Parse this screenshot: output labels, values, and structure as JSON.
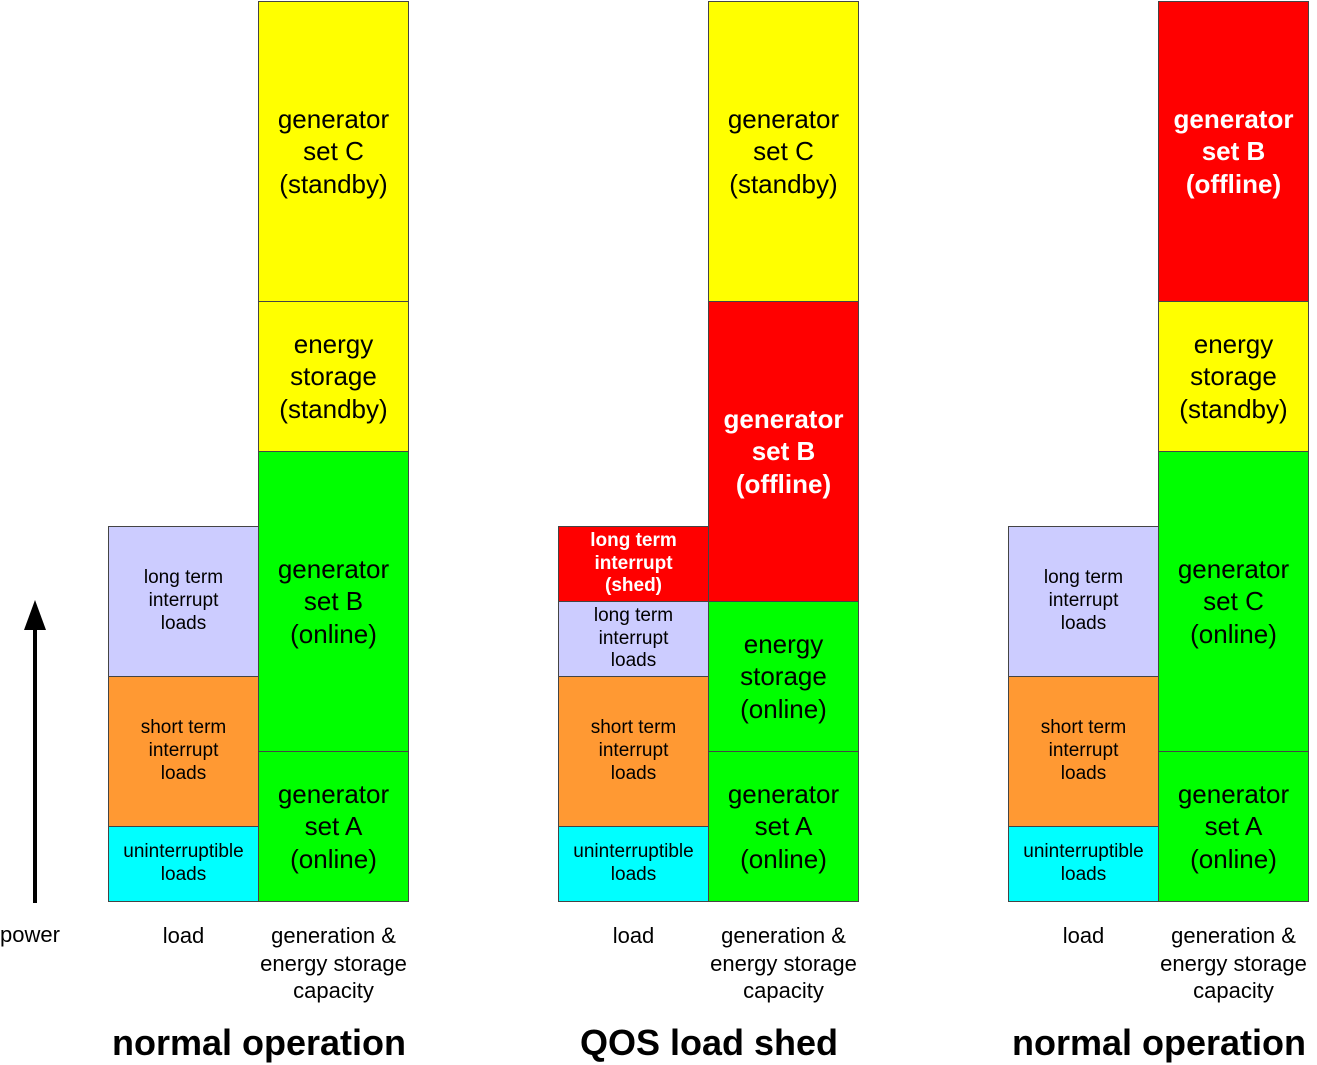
{
  "power_label": "power",
  "colors": {
    "uninterruptible": "#00ffff",
    "short_term": "#ff9933",
    "long_term": "#ccccff",
    "shed": "#ff0000",
    "online": "#00ff00",
    "standby": "#ffff00",
    "offline": "#ff0000"
  },
  "panels": [
    {
      "title": "normal operation",
      "load_label": "load",
      "gen_label": "generation &\nenergy storage\ncapacity",
      "load_blocks": [
        {
          "label": "uninterruptible\nloads",
          "kind": "uninterruptible",
          "units": 1
        },
        {
          "label": "short term\ninterrupt\nloads",
          "kind": "short_term",
          "units": 2
        },
        {
          "label": "long term\ninterrupt\nloads",
          "kind": "long_term",
          "units": 2
        }
      ],
      "gen_blocks": [
        {
          "label": "generator\nset A\n(online)",
          "kind": "online",
          "units": 2
        },
        {
          "label": "generator\nset B\n(online)",
          "kind": "online",
          "units": 4
        },
        {
          "label": "energy\nstorage\n(standby)",
          "kind": "standby",
          "units": 2
        },
        {
          "label": "generator\nset C\n(standby)",
          "kind": "standby",
          "units": 4
        }
      ]
    },
    {
      "title": "QOS load shed",
      "load_label": "load",
      "gen_label": "generation &\nenergy storage\ncapacity",
      "load_blocks": [
        {
          "label": "uninterruptible\nloads",
          "kind": "uninterruptible",
          "units": 1
        },
        {
          "label": "short term\ninterrupt\nloads",
          "kind": "short_term",
          "units": 2
        },
        {
          "label": "long term\ninterrupt\nloads",
          "kind": "long_term",
          "units": 1
        },
        {
          "label": "long term\ninterrupt\n(shed)",
          "kind": "shed",
          "units": 1
        }
      ],
      "gen_blocks": [
        {
          "label": "generator\nset A\n(online)",
          "kind": "online",
          "units": 2
        },
        {
          "label": "energy\nstorage\n(online)",
          "kind": "online",
          "units": 2
        },
        {
          "label": "generator\nset B\n(offline)",
          "kind": "offline",
          "units": 4
        },
        {
          "label": "generator\nset C\n(standby)",
          "kind": "standby",
          "units": 4
        }
      ]
    },
    {
      "title": "normal operation",
      "load_label": "load",
      "gen_label": "generation &\nenergy storage\ncapacity",
      "load_blocks": [
        {
          "label": "uninterruptible\nloads",
          "kind": "uninterruptible",
          "units": 1
        },
        {
          "label": "short term\ninterrupt\nloads",
          "kind": "short_term",
          "units": 2
        },
        {
          "label": "long term\ninterrupt\nloads",
          "kind": "long_term",
          "units": 2
        }
      ],
      "gen_blocks": [
        {
          "label": "generator\nset A\n(online)",
          "kind": "online",
          "units": 2
        },
        {
          "label": "generator\nset C\n(online)",
          "kind": "online",
          "units": 4
        },
        {
          "label": "energy\nstorage\n(standby)",
          "kind": "standby",
          "units": 2
        },
        {
          "label": "generator\nset B\n(offline)",
          "kind": "offline",
          "units": 4
        }
      ]
    }
  ]
}
